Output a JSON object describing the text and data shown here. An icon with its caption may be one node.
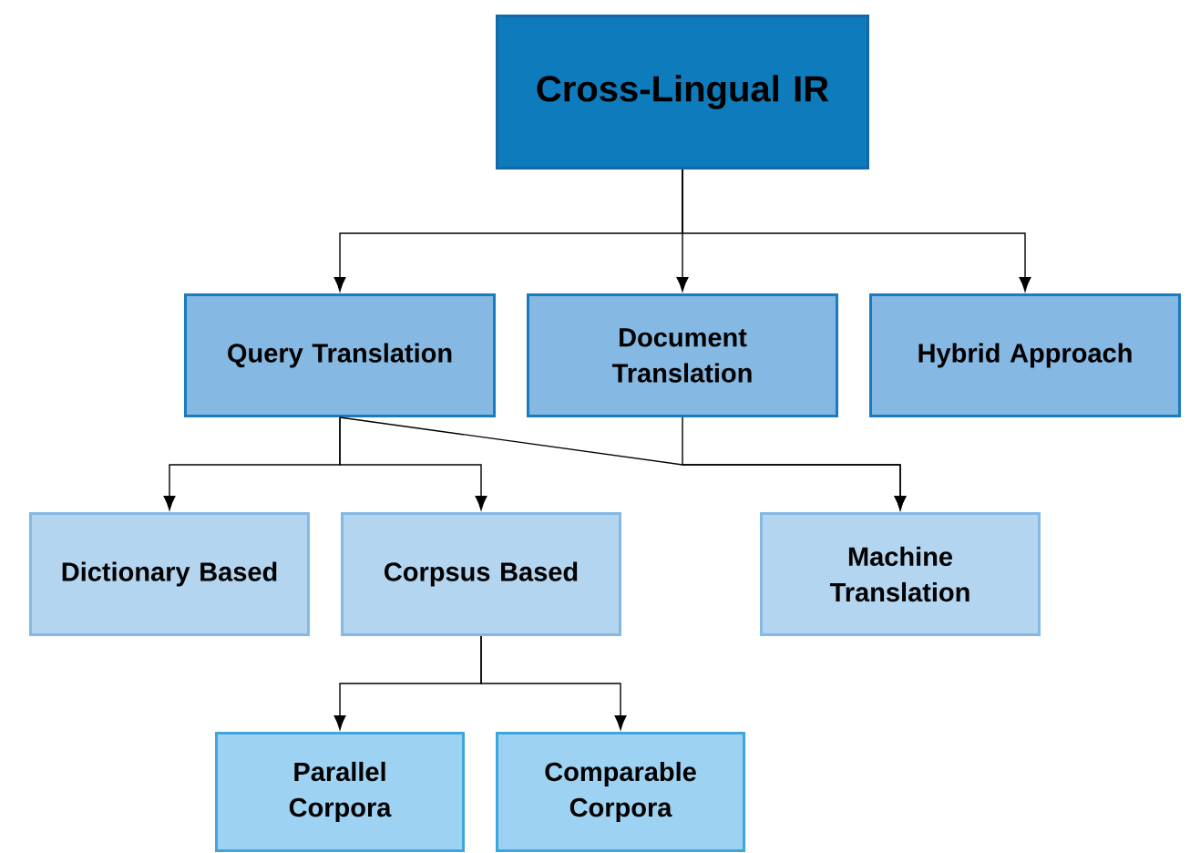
{
  "diagram": {
    "nodes": [
      {
        "text": [
          "Cross-Lingual IR"
        ]
      },
      {
        "text": [
          "Query Translation"
        ]
      },
      {
        "text": [
          "Document Translation"
        ]
      },
      {
        "text": [
          "Hybrid Approach"
        ]
      },
      {
        "text": [
          "Dictionary Based"
        ]
      },
      {
        "text": [
          "Corpsus Based"
        ]
      },
      {
        "text": [
          "Machine Translation"
        ]
      },
      {
        "text": [
          "Parallel Corpora"
        ]
      },
      {
        "text": [
          "Comparable Corpora"
        ]
      }
    ],
    "edges": [
      {
        "from": 0,
        "to": 1,
        "arrow": "to"
      },
      {
        "from": 0,
        "to": 2,
        "arrow": "to"
      },
      {
        "from": 0,
        "to": 3,
        "arrow": "to"
      },
      {
        "from": 1,
        "to": 4,
        "arrow": "to"
      },
      {
        "from": 1,
        "to": 5,
        "arrow": "to"
      },
      {
        "from": 1,
        "to": 6,
        "arrow": "to"
      },
      {
        "from": 2,
        "to": 6,
        "arrow": "to"
      },
      {
        "from": 5,
        "to": 7,
        "arrow": "to"
      },
      {
        "from": 5,
        "to": 8,
        "arrow": "to"
      }
    ]
  }
}
